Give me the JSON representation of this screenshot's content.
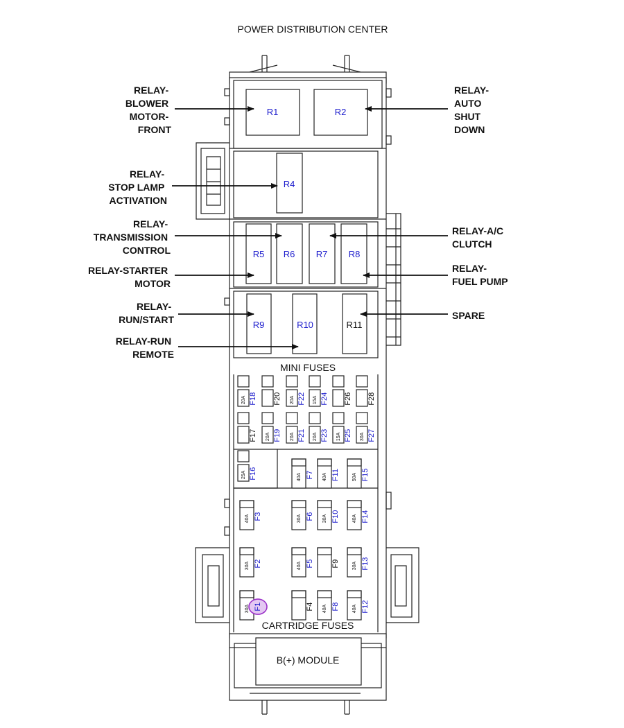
{
  "title": "POWER DISTRIBUTION CENTER",
  "sections": {
    "mini_fuses": "MINI FUSES",
    "cartridge_fuses": "CARTRIDGE FUSES",
    "module": "B(+) MODULE"
  },
  "relays": [
    {
      "id": "R1",
      "lines": [
        "RELAY-",
        "BLOWER",
        "MOTOR-",
        "FRONT"
      ]
    },
    {
      "id": "R2",
      "lines": [
        "RELAY-",
        "AUTO",
        "SHUT",
        "DOWN"
      ]
    },
    {
      "id": "R4",
      "lines": [
        "RELAY-",
        "STOP LAMP",
        "ACTIVATION"
      ]
    },
    {
      "id": "R5",
      "lines": [
        "RELAY-STARTER",
        "MOTOR"
      ]
    },
    {
      "id": "R6",
      "lines": [
        "RELAY-",
        "TRANSMISSION",
        "CONTROL"
      ]
    },
    {
      "id": "R7",
      "lines": [
        "RELAY-A/C",
        "CLUTCH"
      ]
    },
    {
      "id": "R8",
      "lines": [
        "RELAY-",
        "FUEL PUMP"
      ]
    },
    {
      "id": "R9",
      "lines": [
        "RELAY-",
        "RUN/START"
      ]
    },
    {
      "id": "R10",
      "lines": [
        "RELAY-RUN",
        "REMOTE"
      ]
    },
    {
      "id": "R11",
      "lines": [
        "SPARE"
      ]
    }
  ],
  "mini_fuses": [
    {
      "id": "F18",
      "amp": "20A"
    },
    {
      "id": "F20",
      "amp": ""
    },
    {
      "id": "F22",
      "amp": "20A"
    },
    {
      "id": "F24",
      "amp": "15A"
    },
    {
      "id": "F26",
      "amp": ""
    },
    {
      "id": "F28",
      "amp": ""
    },
    {
      "id": "F17",
      "amp": ""
    },
    {
      "id": "F19",
      "amp": "20A"
    },
    {
      "id": "F21",
      "amp": "20A"
    },
    {
      "id": "F23",
      "amp": "20A"
    },
    {
      "id": "F25",
      "amp": "15A"
    },
    {
      "id": "F27",
      "amp": "30A"
    },
    {
      "id": "F16",
      "amp": "25A"
    }
  ],
  "cartridge_fuses": [
    {
      "id": "F7",
      "amp": "40A"
    },
    {
      "id": "F11",
      "amp": "40A"
    },
    {
      "id": "F15",
      "amp": "50A"
    },
    {
      "id": "F3",
      "amp": "40A"
    },
    {
      "id": "F6",
      "amp": "30A"
    },
    {
      "id": "F10",
      "amp": "30A"
    },
    {
      "id": "F14",
      "amp": "40A"
    },
    {
      "id": "F2",
      "amp": "30A"
    },
    {
      "id": "F5",
      "amp": "40A"
    },
    {
      "id": "F9",
      "amp": ""
    },
    {
      "id": "F13",
      "amp": "30A"
    },
    {
      "id": "F1",
      "amp": "30A"
    },
    {
      "id": "F4",
      "amp": ""
    },
    {
      "id": "F8",
      "amp": "40A"
    },
    {
      "id": "F12",
      "amp": "40A"
    }
  ],
  "colors": {
    "label_blue": "#1a1acc",
    "highlight": "#9b30c8"
  }
}
